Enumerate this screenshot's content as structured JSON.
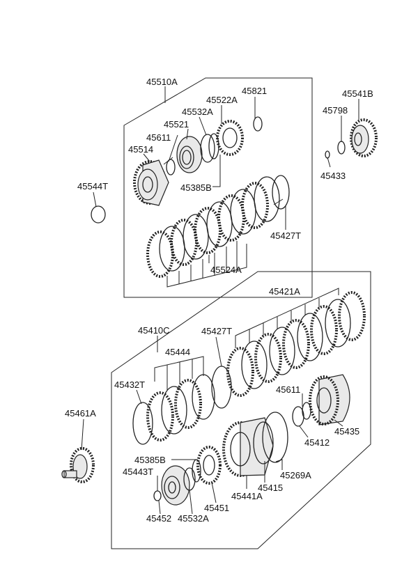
{
  "labels": {
    "l45510A": "45510A",
    "l45821": "45821",
    "l45522A": "45522A",
    "l45532A_top": "45532A",
    "l45521": "45521",
    "l45611_top": "45611",
    "l45514": "45514",
    "l45385B_top": "45385B",
    "l45541B": "45541B",
    "l45798": "45798",
    "l45433": "45433",
    "l45544T": "45544T",
    "l45427T_top": "45427T",
    "l45524A": "45524A",
    "l45421A": "45421A",
    "l45410C": "45410C",
    "l45427T_mid": "45427T",
    "l45444": "45444",
    "l45432T": "45432T",
    "l45611_bot": "45611",
    "l45461A": "45461A",
    "l45412": "45412",
    "l45435": "45435",
    "l45385B_bot": "45385B",
    "l45443T": "45443T",
    "l45269A": "45269A",
    "l45441A": "45441A",
    "l45415": "45415",
    "l45451": "45451",
    "l45452": "45452",
    "l45532A_bot": "45532A"
  }
}
